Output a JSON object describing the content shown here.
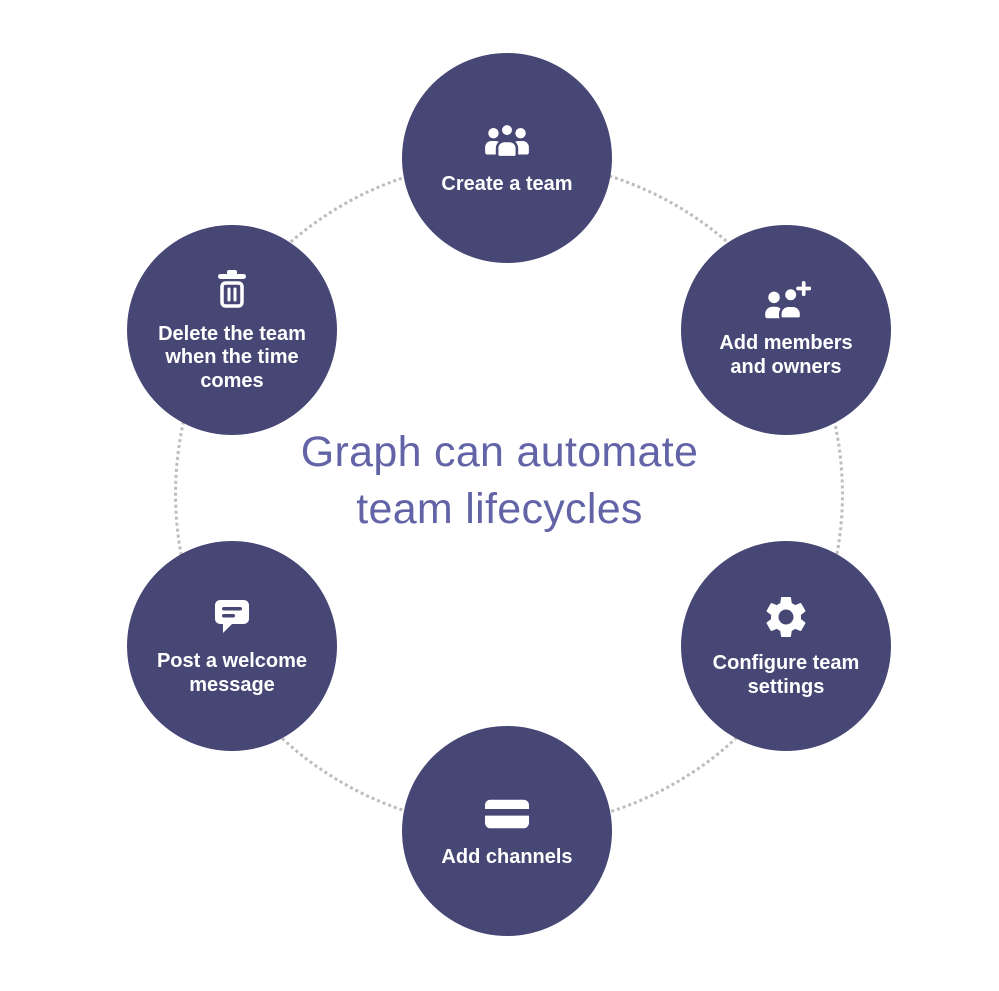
{
  "diagram": {
    "title": {
      "lines": [
        "Graph can automate",
        "team lifecycles"
      ]
    },
    "nodes": [
      {
        "label": "Create a team",
        "icon": "team-icon"
      },
      {
        "label": "Add members and owners",
        "icon": "person-add-icon"
      },
      {
        "label": "Configure team settings",
        "icon": "gear-icon"
      },
      {
        "label": "Add channels",
        "icon": "channel-icon"
      },
      {
        "label": "Post a welcome message",
        "icon": "chat-message-icon"
      },
      {
        "label": "Delete the team when the time comes",
        "icon": "trash-icon"
      }
    ],
    "colors": {
      "node_fill": "#464775",
      "node_text": "#ffffff",
      "title_text": "#6264a7",
      "dotted_ring": "#bdbdbd"
    }
  }
}
